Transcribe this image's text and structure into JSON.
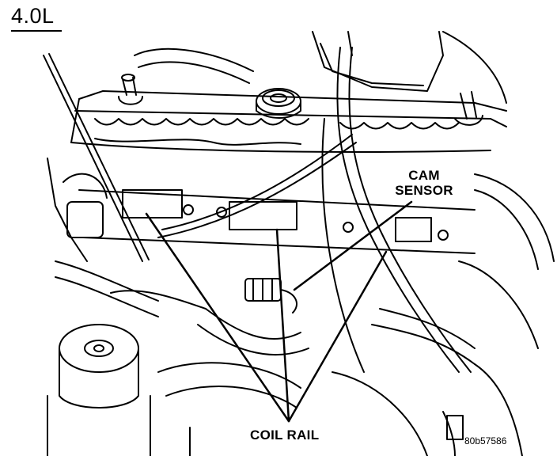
{
  "diagram": {
    "engine_label": "4.0L",
    "callouts": {
      "cam_sensor_line1": "CAM",
      "cam_sensor_line2": "SENSOR",
      "coil_rail": "COIL RAIL"
    },
    "figure_id": "80b57586"
  }
}
